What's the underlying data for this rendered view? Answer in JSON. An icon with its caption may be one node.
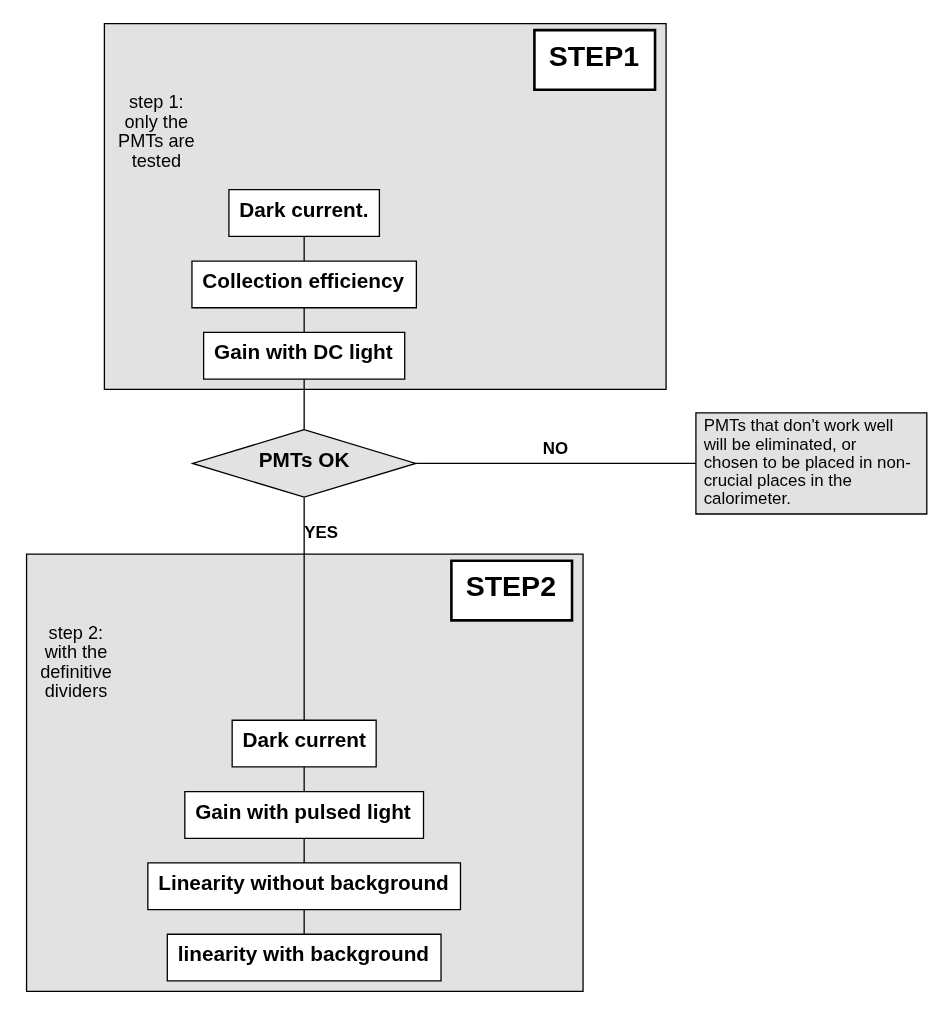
{
  "diagram": {
    "nodes": [
      {
        "text": [
          "STEP1",
          "step 1: only the PMTs are tested"
        ]
      },
      {
        "text": [
          "Dark current."
        ],
        "in": 0
      },
      {
        "text": [
          "Collection efficiency"
        ],
        "in": 0
      },
      {
        "text": [
          "Gain with DC light"
        ],
        "in": 0
      },
      {
        "text": [
          "PMTs OK"
        ]
      },
      {
        "text": [
          "PMTs that don't work well will be eliminated, or chosen to be placed in non-crucial places in the calorimeter."
        ]
      },
      {
        "text": [
          "STEP2",
          "step 2: with the definitive dividers"
        ]
      },
      {
        "text": [
          "Dark current"
        ],
        "in": 6
      },
      {
        "text": [
          "Gain with pulsed light"
        ],
        "in": 6
      },
      {
        "text": [
          "Linearity without background"
        ],
        "in": 6
      },
      {
        "text": [
          "linearity with background"
        ],
        "in": 6
      }
    ],
    "edges": [
      {
        "from": 1,
        "to": 2,
        "arrow": "none"
      },
      {
        "from": 2,
        "to": 3,
        "arrow": "none"
      },
      {
        "from": 3,
        "to": 4,
        "arrow": "none"
      },
      {
        "from": 4,
        "to": 5,
        "arrow": "none",
        "label": "NO"
      },
      {
        "from": 4,
        "to": 7,
        "arrow": "none",
        "label": "YES"
      },
      {
        "from": 7,
        "to": 8,
        "arrow": "none"
      },
      {
        "from": 8,
        "to": 9,
        "arrow": "none"
      },
      {
        "from": 9,
        "to": 10,
        "arrow": "none"
      }
    ]
  }
}
